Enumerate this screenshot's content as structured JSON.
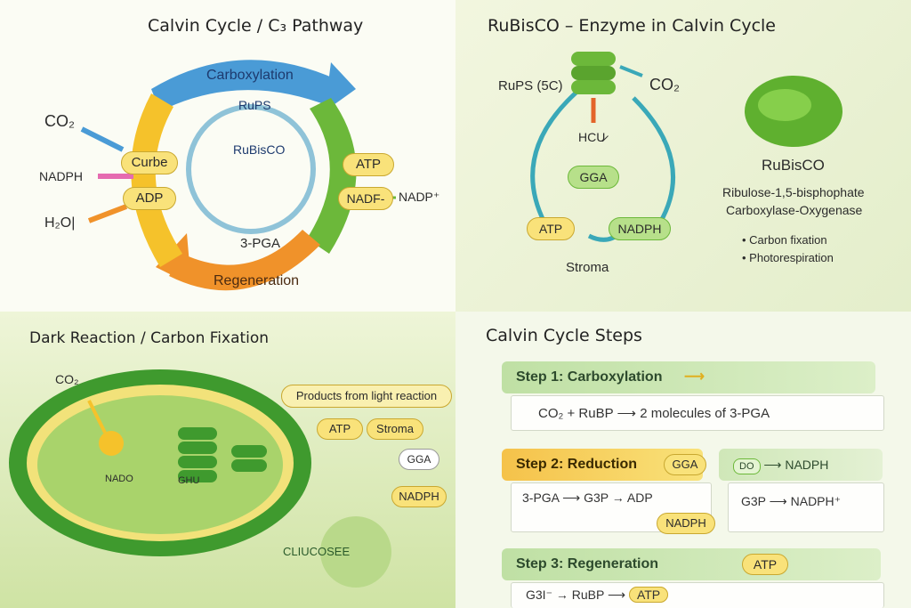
{
  "calvin_cycle": {
    "title": "Calvin Cycle / C₃ Pathway",
    "carboxylation": "Carboxylation",
    "regeneration": "Regeneration",
    "co2": "CO₂",
    "nadph": "NADPH",
    "h2o": "H₂O|",
    "curbe": "Curbe",
    "adp": "ADP",
    "atp": "ATP",
    "nadf": "NADF-",
    "nadp_plus": "NADP⁺",
    "rups": "RuPS",
    "rubisco": "RuBisCO",
    "pga": "3-PGA"
  },
  "rubisco_panel": {
    "title": "RuBisCO – Enzyme in Calvin Cycle",
    "rups5c": "RuPS (5C)",
    "co2": "CO₂",
    "hcu": "HCU̷",
    "gga": "GGA",
    "atp": "ATP",
    "nadph": "NADPH",
    "stroma": "Stroma",
    "name": "RuBisCO",
    "full_name_1": "Ribulose-1,5-bisphophate",
    "full_name_2": "Carboxylase-Oxygenase",
    "bullet_1": "• Carbon fixation",
    "bullet_2": "• Photorespiration"
  },
  "dark_reaction": {
    "title": "Dark Reaction / Carbon Fixation",
    "co2": "CO₂",
    "products": "Products  from light reaction",
    "atp": "ATP",
    "stroma": "Stroma",
    "gga": "GGA",
    "nadph": "NADPH",
    "nado": "NADO",
    "ghu": "GHU",
    "glucose": "CLIUCOSEE"
  },
  "steps": {
    "title": "Calvin Cycle Steps",
    "step1": {
      "label": "Step 1:  Carboxylation",
      "eq_a": "CO₂ + RuBP",
      "eq_b": "2  molecules of 3-PGA"
    },
    "step2": {
      "label": "Step 2:  Reduction",
      "gga": "GGA",
      "do_label": "DO",
      "nadph_right": "NADPH",
      "eq_a": "3-PGA",
      "eq_b": "G3P",
      "adp": "ADP",
      "nadph": "NADPH",
      "eq_c": "G3P",
      "eq_d": "NADPH⁺"
    },
    "step3": {
      "label": "Step 3:  Regeneration",
      "atp": "ATP",
      "eq_a": "G3I⁻",
      "eq_b": "RuBP",
      "eq_c": "ATP"
    }
  }
}
